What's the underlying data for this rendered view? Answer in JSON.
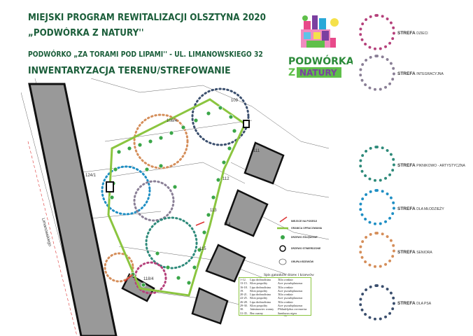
{
  "header": {
    "line1": "MIEJSKI PROGRAM REWITALIZACJI OLSZTYNA 2020",
    "line2": "„PODWÓRKA Z NATURY''",
    "line3": "PODWÓRKO „ZA TORAMI POD LIPAMI'' - UL. LIMANOWSKIEGO 32",
    "line4": "INWENTARYZACJA TERENU/STREFOWANIE"
  },
  "logo": {
    "word1": "PODWÓRKA",
    "word2": "Z",
    "word3": "NATURY"
  },
  "map": {
    "street_name": "Limanowskiego",
    "parcel_numbers": [
      "109",
      "108/4",
      "124/1",
      "111",
      "112",
      "113",
      "114",
      "115",
      "118/4"
    ],
    "legend": [
      {
        "label": "MIEJSCE NA POSESJI",
        "icon": "red-arrow"
      },
      {
        "label": "GRANICA OPRACOWANIA",
        "icon": "green-line"
      },
      {
        "label": "DRZEWO ŻÓŁĘNIOWE",
        "icon": "green-dot"
      },
      {
        "label": "DRZEWO STWIERDZONE",
        "icon": "black-ring"
      },
      {
        "label": "GRUPA KRZEWÓW",
        "icon": "shrub-outline"
      }
    ],
    "colors": {
      "boundary": "#8bc53f",
      "tree": "#3aa648",
      "building": "#999999"
    }
  },
  "zones": [
    {
      "label": "STREFA",
      "sub": "DZIECI",
      "color": "#b5417b"
    },
    {
      "label": "STREFA",
      "sub": "INTEGRACYJNA",
      "color": "#8a7f96"
    },
    {
      "label": "STREFA",
      "sub": "PIKNIKOWO - ARTYSTYCZNA",
      "color": "#2e8a7a"
    },
    {
      "label": "STREFA",
      "sub": "DLA MŁODZIEŻY",
      "color": "#1f8fc4"
    },
    {
      "label": "STREFA",
      "sub": "SENIORA",
      "color": "#d58e5a"
    },
    {
      "label": "STREFA",
      "sub": "DLA PSA",
      "color": "#3b4f6e"
    }
  ],
  "species_table": {
    "title": "Spis gatunków drzew i krzewów",
    "rows": [
      [
        "1-12.",
        "Lipa drobnolistna",
        "Tilia cordata"
      ],
      [
        "13-15.",
        "Klon pospolity",
        "Acer pseudoplatanus"
      ],
      [
        "16-18.",
        "Lipa drobnolistna",
        "Tilia cordata"
      ],
      [
        "19.",
        "Klon pospolity",
        "Acer pseudoplatanus"
      ],
      [
        "20-21.",
        "Lipa drobnolistna",
        "Tilia cordata"
      ],
      [
        "22-25.",
        "Klon pospolity",
        "Acer pseudoplatanus"
      ],
      [
        "26-28.",
        "Lipa drobnolistna",
        "Tilia cordata"
      ],
      [
        "29-30.",
        "Klon pospolity",
        "Acer pseudoplatanus"
      ],
      [
        "30.",
        "Jaśminowiec wonny",
        "Philadelphus coronarius"
      ],
      [
        "31-35.",
        "Bez czarny",
        "Sambucus nigra"
      ]
    ]
  }
}
